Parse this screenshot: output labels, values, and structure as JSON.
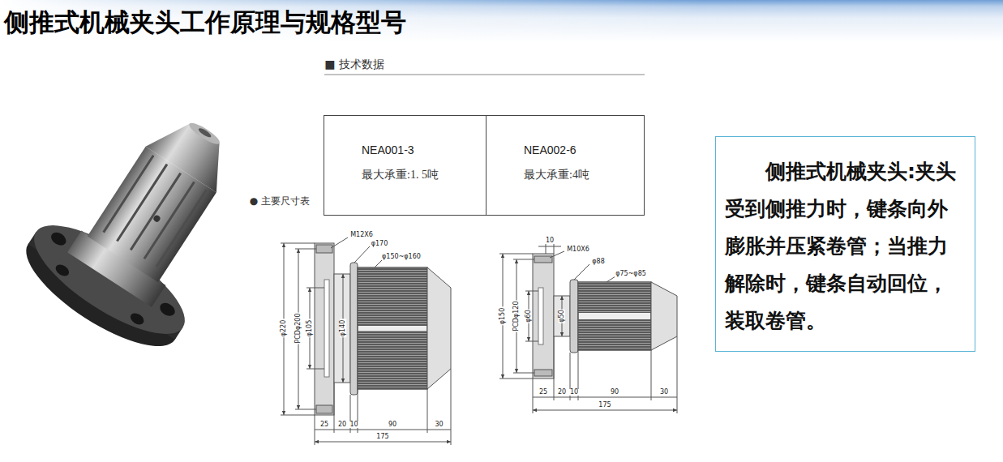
{
  "diagram": {
    "title": "侧推式机械夹头工作原理与规格型号",
    "nodes": [
      {
        "text": [
          "NEA001-3",
          "最大承重:1. 5吨"
        ]
      },
      {
        "text": [
          "NEA002-6",
          "最大承重:4吨"
        ]
      },
      {
        "text": [
          "侧推式机械夹头:夹头受到侧推力时，键条向外膨胀并压紧卷管；当推力解除时，键条自动回位，装取卷管。"
        ]
      }
    ],
    "labels": [
      "■ 技术数据",
      "● 主要尺寸表",
      "M12X6",
      "φ170",
      "φ150~φ160",
      "φ220",
      "PCDφ200",
      "φ105",
      "φ140",
      "25",
      "20",
      "10",
      "90",
      "30",
      "175",
      "10",
      "M10X6",
      "φ88",
      "φ75~φ85",
      "φ150",
      "PCDφ120",
      "φ60",
      "φ50",
      "25",
      "20",
      "10",
      "90",
      "30",
      "175"
    ]
  }
}
